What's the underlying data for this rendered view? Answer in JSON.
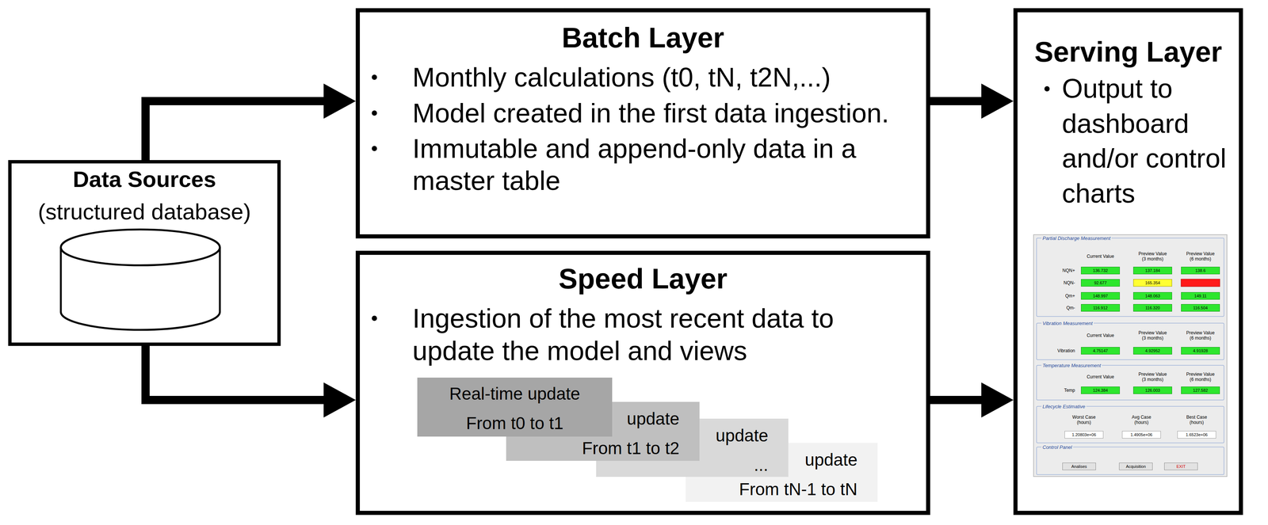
{
  "diagram": {
    "nodes": [
      {
        "text": [
          "Data Sources",
          "(structured database)"
        ]
      },
      {
        "text": [
          "Batch Layer",
          "Monthly calculations (t0, tN, t2N,...)",
          "Model created in the first data ingestion.",
          "Immutable and append-only data in a master table"
        ]
      },
      {
        "text": [
          "Speed Layer",
          "Ingestion of the most recent data to update the model and views"
        ]
      },
      {
        "text": [
          "Real-time update",
          "From t0 to t1"
        ],
        "in": 2
      },
      {
        "text": [
          "update",
          "From t1 to t2"
        ],
        "in": 2
      },
      {
        "text": [
          "update",
          "..."
        ],
        "in": 2
      },
      {
        "text": [
          "update",
          "From tN-1 to tN"
        ],
        "in": 2
      },
      {
        "text": [
          "Serving Layer",
          "Output to dashboard and/or control charts"
        ]
      }
    ],
    "edges": [
      {
        "from": 0,
        "to": 1,
        "arrow": "to"
      },
      {
        "from": 0,
        "to": 2,
        "arrow": "to"
      },
      {
        "from": 1,
        "to": 7,
        "arrow": "to"
      },
      {
        "from": 2,
        "to": 7,
        "arrow": "to"
      }
    ],
    "labels": [
      "Partial Discharge Measurement",
      "Current Value",
      "Preview Value (3 months)",
      "Preview Value (6 months)",
      "NQN+",
      "136.732",
      "137.184",
      "138.6",
      "NQN-",
      "92.677",
      "165.354",
      "Qm+",
      "148.997",
      "148.063",
      "149.11",
      "Qm-",
      "116.912",
      "116.320",
      "116.504",
      "Vibration Measurement",
      "Current Value",
      "Preview Value (3 months)",
      "Preview Value (6 months)",
      "Vibration",
      "4.75147",
      "4.92952",
      "4.91928",
      "Temperature Measurement",
      "Current Value",
      "Preview Value (3 months)",
      "Preview Value (6 months)",
      "Temp",
      "124.384",
      "126.003",
      "127.582",
      "Lifecycle Estimative",
      "Worst Case (hours)",
      "Avg Case (hours)",
      "Best Case (hours)",
      "1.20803e+06",
      "1.4905e+06",
      "1.6523e+06",
      "Control Panel",
      "Analises",
      "Acquisition",
      "EXIT"
    ]
  }
}
